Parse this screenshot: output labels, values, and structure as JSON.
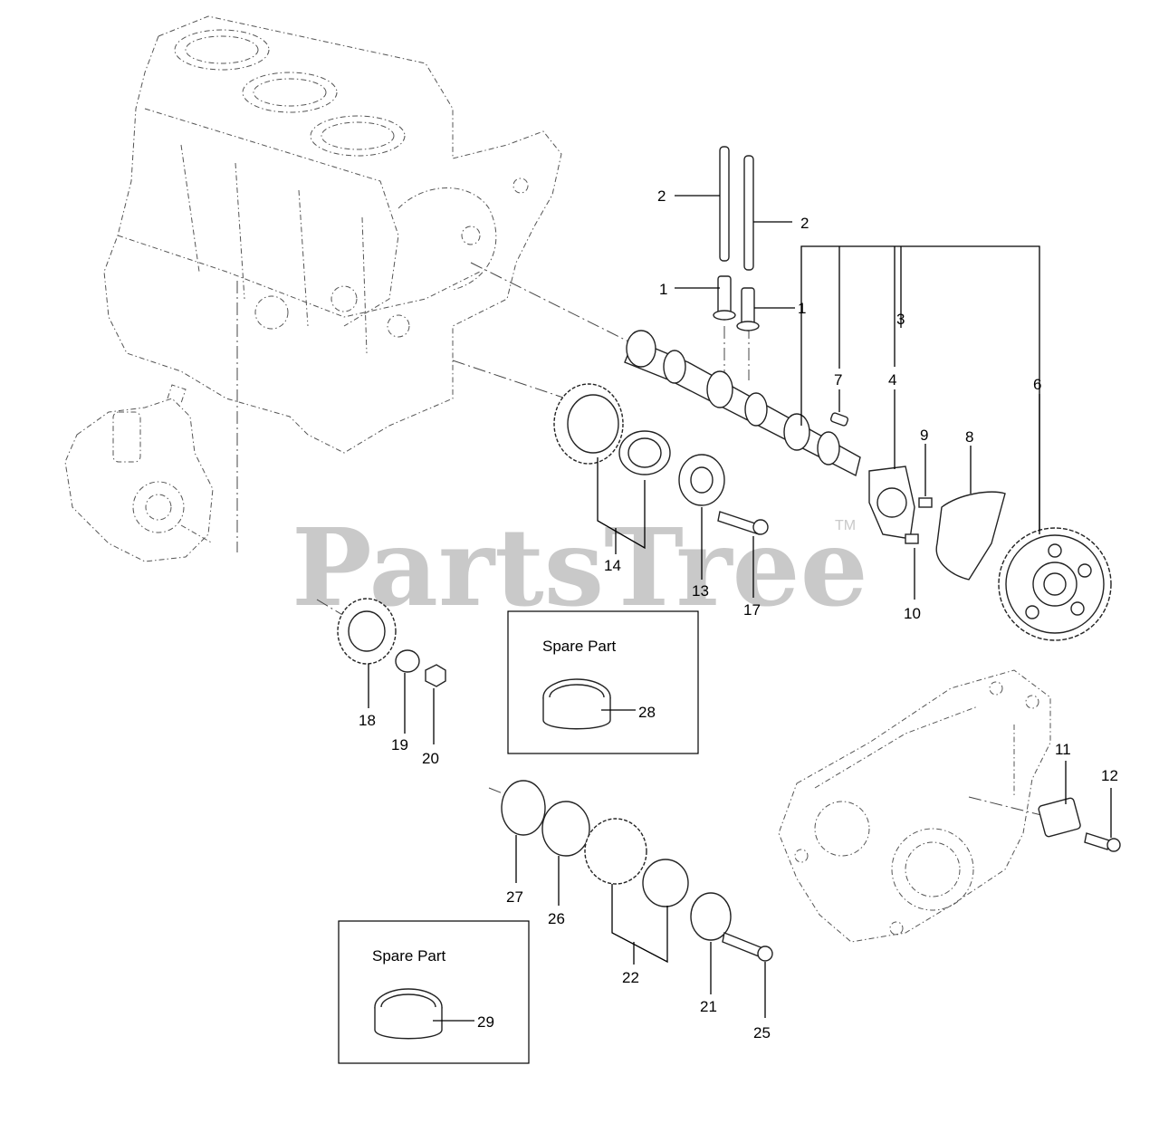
{
  "watermark": {
    "brand": "PartsTree",
    "trademark": "TM"
  },
  "spare_boxes": [
    {
      "title": "Spare Part",
      "callout": "28"
    },
    {
      "title": "Spare Part",
      "callout": "29"
    }
  ],
  "callouts": [
    "1",
    "1",
    "2",
    "2",
    "3",
    "4",
    "6",
    "7",
    "8",
    "9",
    "10",
    "11",
    "12",
    "13",
    "14",
    "17",
    "18",
    "19",
    "20",
    "21",
    "22",
    "25",
    "26",
    "27"
  ]
}
